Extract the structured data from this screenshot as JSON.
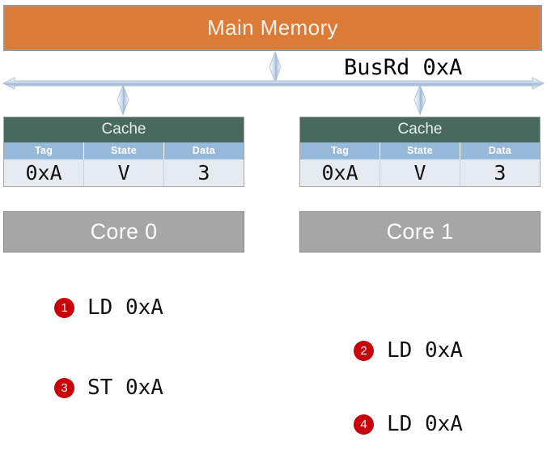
{
  "diagram": {
    "main_memory": {
      "label": "Main Memory",
      "color": "#DC7B38"
    },
    "bus": {
      "label": "BusRd 0xA",
      "color": "#B9CBE0",
      "connector_icon": "double-headed-arrow-icon"
    },
    "caches": [
      {
        "title": "Cache",
        "columns": [
          "Tag",
          "State",
          "Data"
        ],
        "row": [
          {
            "value": "0xA",
            "highlight": false
          },
          {
            "value": "V",
            "highlight": false
          },
          {
            "value": "3",
            "highlight": true
          }
        ],
        "core": "Core 0"
      },
      {
        "title": "Cache",
        "columns": [
          "Tag",
          "State",
          "Data"
        ],
        "row": [
          {
            "value": "0xA",
            "highlight": false
          },
          {
            "value": "V",
            "highlight": true
          },
          {
            "value": "3",
            "highlight": true
          }
        ],
        "core": "Core 1"
      }
    ],
    "header_color": "#48695E",
    "column_header_color": "#96B8D9",
    "core_color": "#A6A6A6",
    "highlight_color": "#EE0000"
  },
  "steps": [
    {
      "number": "1",
      "text": "LD 0xA"
    },
    {
      "number": "2",
      "text": "LD 0xA"
    },
    {
      "number": "3",
      "text": "ST 0xA"
    },
    {
      "number": "4",
      "text": "LD 0xA"
    }
  ]
}
